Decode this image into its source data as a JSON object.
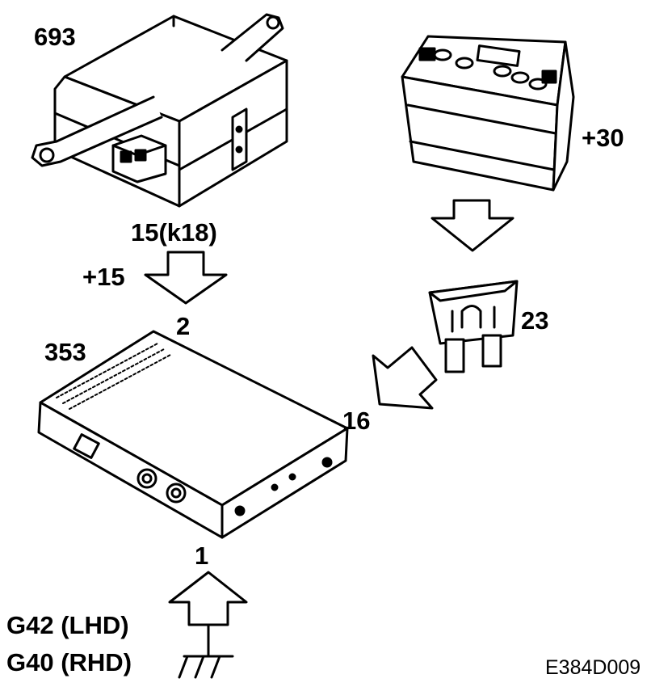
{
  "components": {
    "ignition_switch": {
      "label": "693"
    },
    "battery": {
      "label": "+30"
    },
    "fuse": {
      "label": "23"
    },
    "control_module": {
      "label": "353"
    }
  },
  "signals": {
    "ignition_source": "15(k18)",
    "ignition_feed": "+15",
    "pin_ignition": "2",
    "pin_battery": "16",
    "pin_ground": "1"
  },
  "ground": {
    "lhd": "G42 (LHD)",
    "rhd": "G40 (RHD)"
  },
  "figure_code": "E384D009"
}
